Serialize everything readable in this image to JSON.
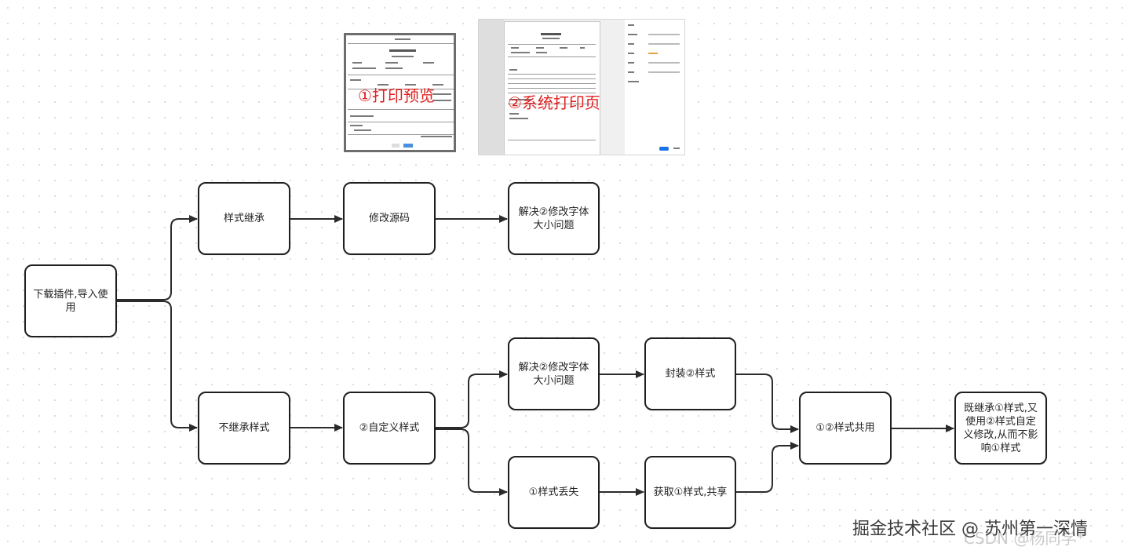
{
  "thumbnails": {
    "print_preview": {
      "caption": "①打印预览"
    },
    "system_print_page": {
      "caption": "②系统打印页"
    }
  },
  "nodes": {
    "download_plugin": "下载插件,导入使用",
    "style_inherit": "样式继承",
    "modify_source": "修改源码",
    "fix_font_size_top": "解决②修改字体大小问题",
    "no_inherit": "不继承样式",
    "custom_style": "②自定义样式",
    "fix_font_size_bottom": "解决②修改字体大小问题",
    "wrap_style": "封装②样式",
    "style_lost": "①样式丢失",
    "get_style_share": "获取①样式,共享",
    "shared_style": "①②样式共用",
    "result": "既继承①样式,又使用②样式自定义修改,从而不影响①样式"
  },
  "watermark": {
    "text": "掘金技术社区 @ 苏州第一深情",
    "faint_text": "CSDN @杨同学*"
  },
  "colors": {
    "node_border": "#1f1f1f",
    "edge": "#2b2b2b",
    "caption": "#e02020"
  }
}
